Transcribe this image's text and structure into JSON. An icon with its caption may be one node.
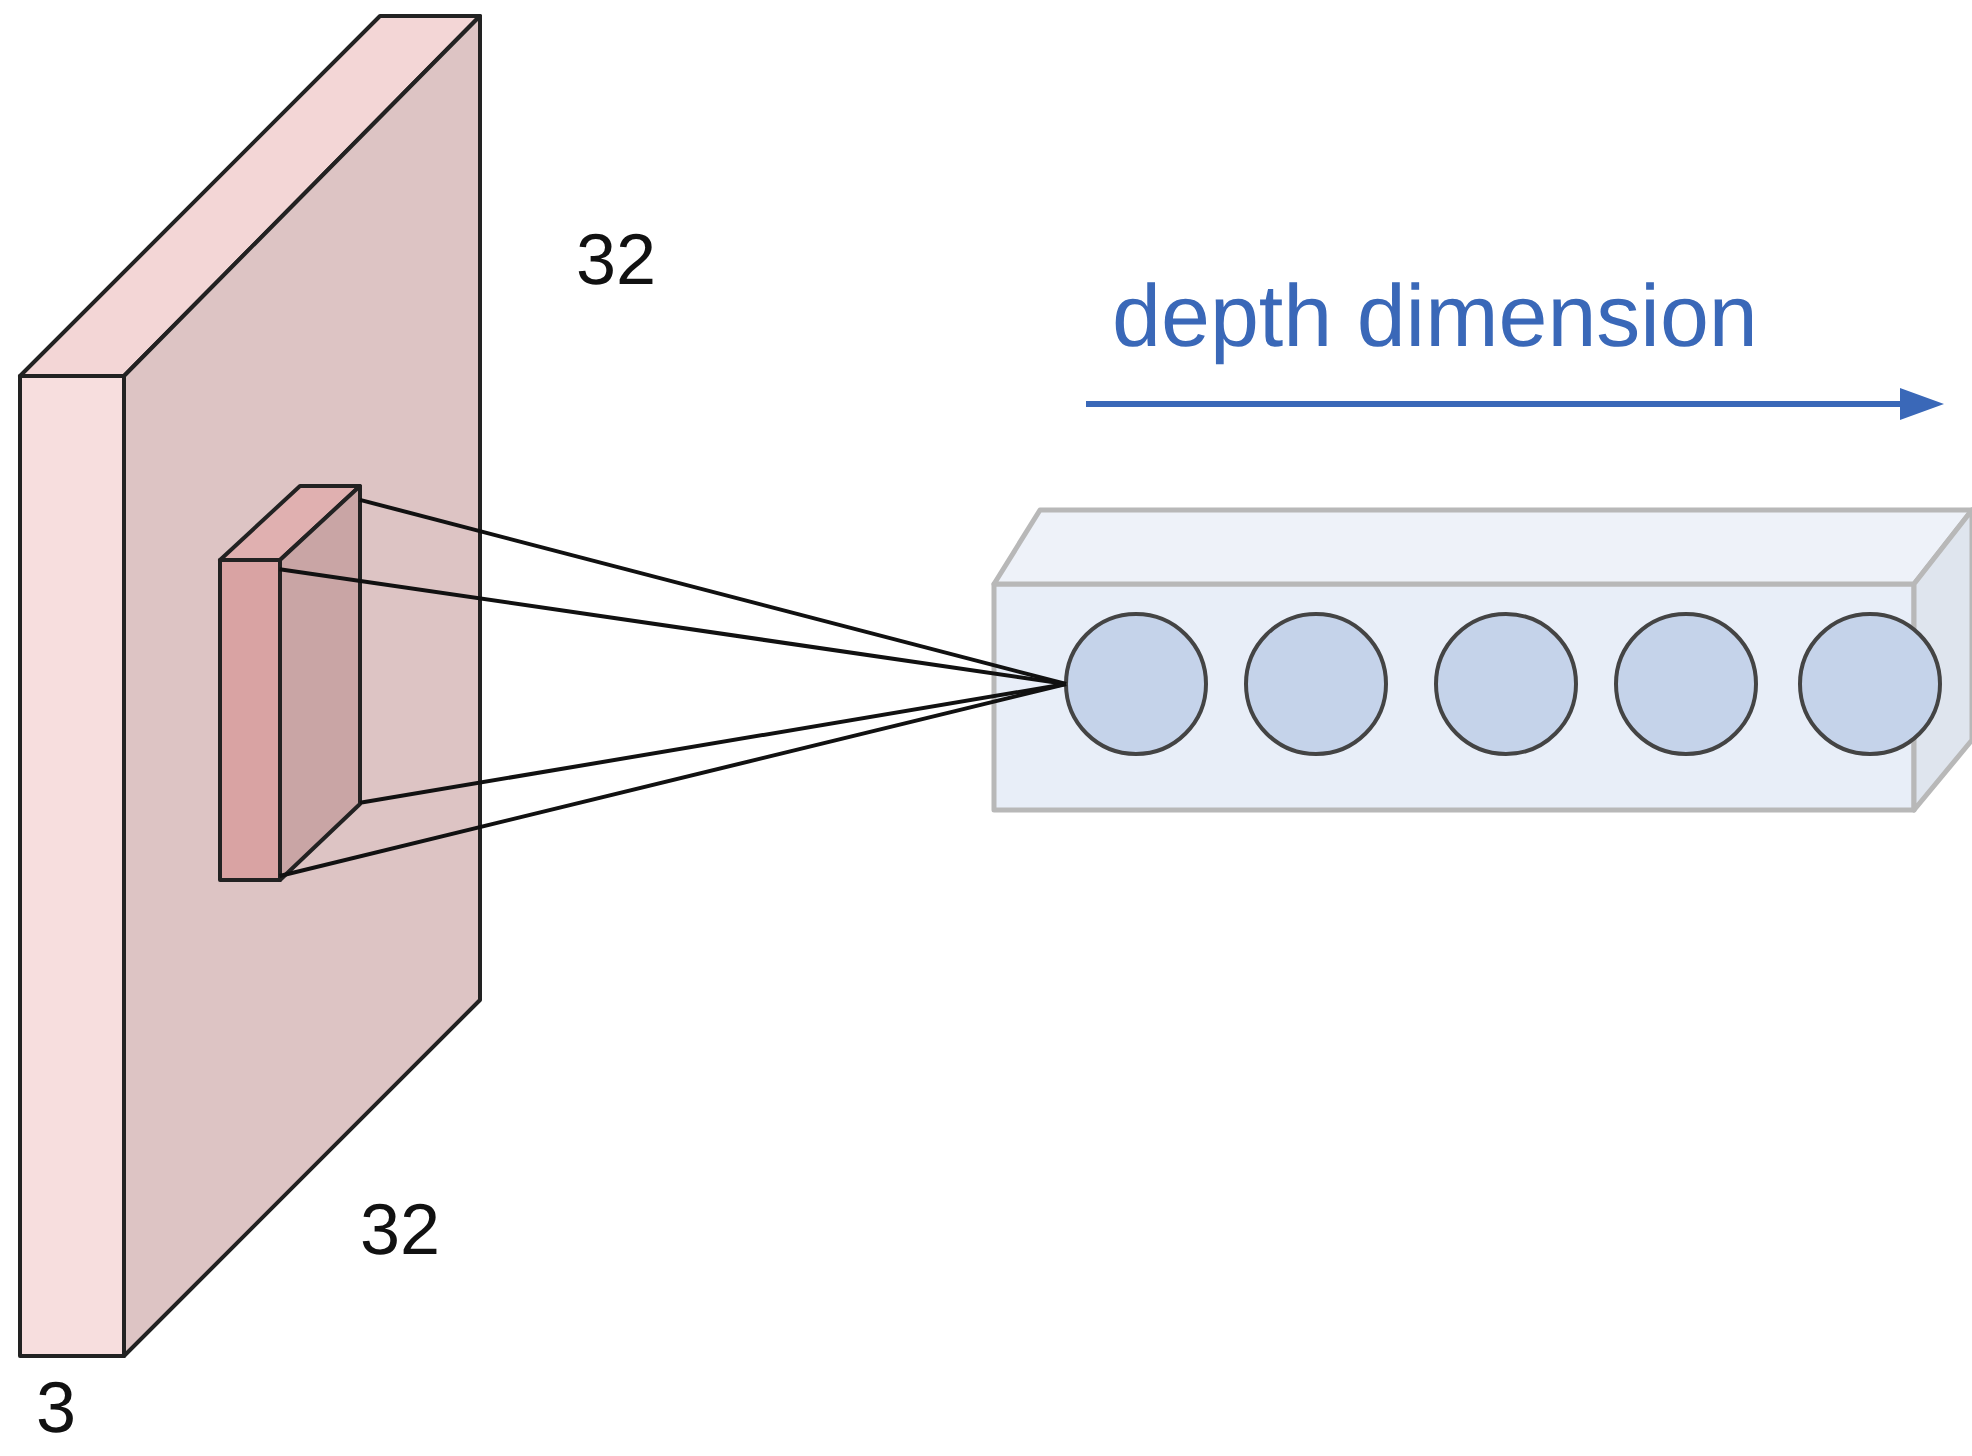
{
  "diagram": {
    "nodes": [
      {
        "text": [],
        "shape": "box"
      },
      {
        "text": [],
        "shape": "box",
        "in": 0
      },
      {
        "text": [],
        "shape": "box"
      },
      {
        "text": [],
        "shape": "circle",
        "in": 2
      },
      {
        "text": [],
        "shape": "circle",
        "in": 2
      },
      {
        "text": [],
        "shape": "circle",
        "in": 2
      },
      {
        "text": [],
        "shape": "circle",
        "in": 2
      },
      {
        "text": [],
        "shape": "circle",
        "in": 2
      }
    ],
    "edges": [
      {
        "from": 1,
        "to": 3,
        "arrow": "none"
      },
      {
        "from": 1,
        "to": 3,
        "arrow": "none"
      },
      {
        "from": 1,
        "to": 3,
        "arrow": "none"
      },
      {
        "from": 1,
        "to": 3,
        "arrow": "none"
      }
    ],
    "labels": [
      "32",
      "depth dimension",
      "32",
      "3"
    ]
  }
}
